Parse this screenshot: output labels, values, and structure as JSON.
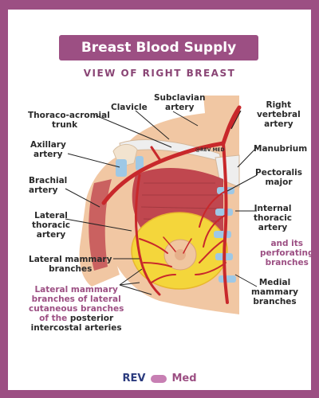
{
  "title": "Breast Blood Supply",
  "subtitle": "VIEW OF RIGHT BREAST",
  "image_watermark": "@REV MED",
  "labels": {
    "clavicle": "Clavicle",
    "subclavian": [
      "Subclavian",
      "artery"
    ],
    "thoraco": [
      "Thoraco-acromial",
      "trunk"
    ],
    "right_vertebral": [
      "Right",
      "vertebral",
      "artery"
    ],
    "axillary": [
      "Axillary",
      "artery"
    ],
    "manubrium": "Manubrium",
    "brachial": [
      "Brachial",
      "artery"
    ],
    "pectoralis": [
      "Pectoralis",
      "major"
    ],
    "lateral_thoracic": [
      "Lateral",
      "thoracic",
      "artery"
    ],
    "internal_thoracic": [
      "Internal",
      "thoracic",
      "artery"
    ],
    "perforating": [
      "and its",
      "perforating",
      "branches"
    ],
    "lateral_mammary": [
      "Lateral mammary",
      "branches"
    ],
    "lateral_cutaneous_l1": "Lateral mammary",
    "lateral_cutaneous_l2": "branches of lateral",
    "lateral_cutaneous_l3": "cutaneous branches",
    "lateral_cutaneous_l4a": "of the ",
    "lateral_cutaneous_l4b": "posterior",
    "lateral_cutaneous_l5": "intercostal arteries",
    "medial_mammary": [
      "Medial",
      "mammary",
      "branches"
    ]
  },
  "footer": {
    "rev": "REV",
    "med": "Med"
  },
  "colors": {
    "frame": "#9c4f83",
    "artery": "#c8282b",
    "skin": "#f1c7a3",
    "muscle": "#c0474f",
    "fat": "#f4d63b",
    "cartilage": "#9ec8e6"
  }
}
